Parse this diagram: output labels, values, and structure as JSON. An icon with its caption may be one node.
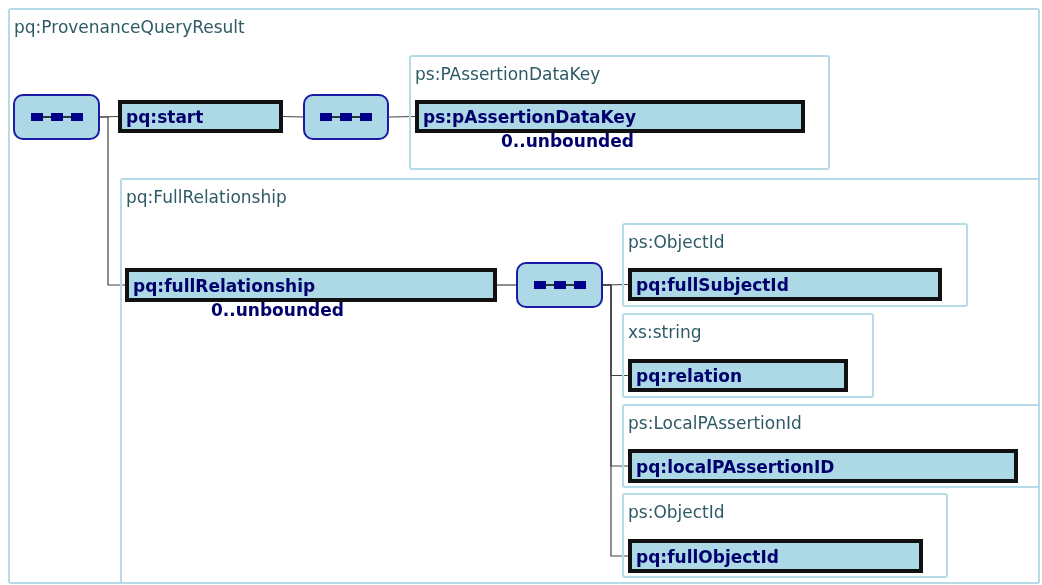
{
  "diagram": {
    "nodes": [
      {
        "text": [
          "pq:ProvenanceQueryResult"
        ]
      },
      {
        "text": [],
        "shape": "box",
        "in": 0
      },
      {
        "text": [
          "pq:start"
        ],
        "in": 0
      },
      {
        "text": [],
        "shape": "box",
        "in": 0
      },
      {
        "text": [
          "ps:PAssertionDataKey"
        ],
        "in": 0
      },
      {
        "text": [
          "ps:pAssertionDataKey"
        ],
        "in": 4,
        "beside": [
          "0..unbounded"
        ]
      },
      {
        "text": [
          "pq:FullRelationship"
        ],
        "in": 0
      },
      {
        "text": [
          "pq:fullRelationship"
        ],
        "in": 6,
        "beside": [
          "0..unbounded"
        ]
      },
      {
        "text": [],
        "shape": "box",
        "in": 6
      },
      {
        "text": [
          "ps:ObjectId"
        ],
        "in": 6
      },
      {
        "text": [
          "pq:fullSubjectId"
        ],
        "in": 9
      },
      {
        "text": [
          "xs:string"
        ],
        "in": 6
      },
      {
        "text": [
          "pq:relation"
        ],
        "in": 11
      },
      {
        "text": [
          "ps:LocalPAssertionId"
        ],
        "in": 6
      },
      {
        "text": [
          "pq:localPAssertionID"
        ],
        "in": 13
      },
      {
        "text": [
          "ps:ObjectId"
        ],
        "in": 6
      },
      {
        "text": [
          "pq:fullObjectId"
        ],
        "in": 15
      }
    ],
    "edges": [
      {
        "from": 1,
        "to": 2,
        "arrow": "none"
      },
      {
        "from": 1,
        "to": 7,
        "arrow": "none"
      },
      {
        "from": 2,
        "to": 3,
        "arrow": "none"
      },
      {
        "from": 3,
        "to": 5,
        "arrow": "none"
      },
      {
        "from": 7,
        "to": 8,
        "arrow": "none"
      },
      {
        "from": 8,
        "to": 10,
        "arrow": "none"
      },
      {
        "from": 8,
        "to": 12,
        "arrow": "none"
      },
      {
        "from": 8,
        "to": 14,
        "arrow": "none"
      },
      {
        "from": 8,
        "to": 16,
        "arrow": "none"
      }
    ]
  }
}
